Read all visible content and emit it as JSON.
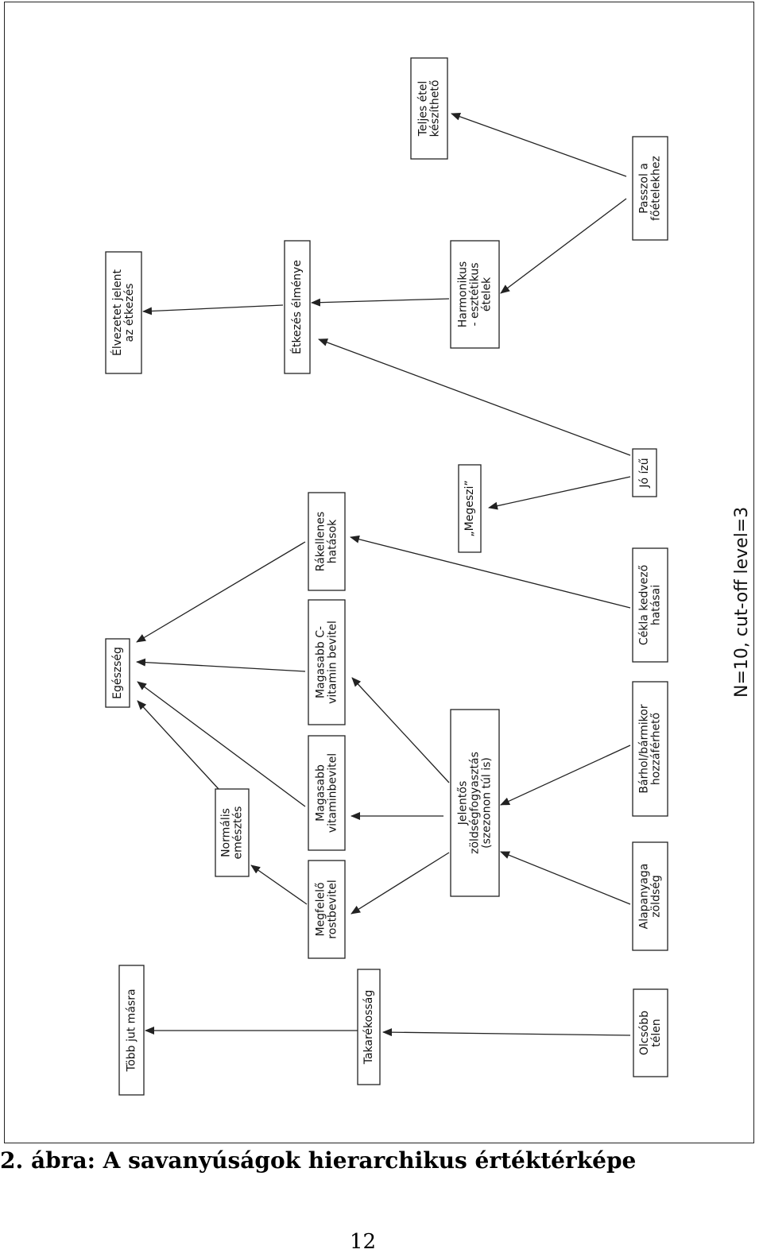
{
  "diagram": {
    "nodes": [
      {
        "id": "tobb_jut_masra",
        "lines": [
          "Több jut másra"
        ]
      },
      {
        "id": "takarekossag",
        "lines": [
          "Takarékosság"
        ]
      },
      {
        "id": "olcsobb_telen",
        "lines": [
          "Olcsóbb",
          "télen"
        ]
      },
      {
        "id": "megfelelo_rost",
        "lines": [
          "Megfelelő",
          "rostbevitel"
        ]
      },
      {
        "id": "normalis_emesztes",
        "lines": [
          "Normális",
          "emésztés"
        ]
      },
      {
        "id": "magasabb_vitamin",
        "lines": [
          "Magasabb",
          "vitaminbevitel"
        ]
      },
      {
        "id": "magasabb_c",
        "lines": [
          "Magasabb C-",
          "vitamin bevitel"
        ]
      },
      {
        "id": "rakellenes",
        "lines": [
          "Rákellenes",
          "hatások"
        ]
      },
      {
        "id": "egeszseg",
        "lines": [
          "Egészség"
        ]
      },
      {
        "id": "jelentos_zoldseg",
        "lines": [
          "Jelentős",
          "zöldségfogyasztás",
          "(szezonon túl is)"
        ]
      },
      {
        "id": "alapanyaga_zoldseg",
        "lines": [
          "Alapanyaga",
          "zöldség"
        ]
      },
      {
        "id": "barhol",
        "lines": [
          "Bárhol/bármikor",
          "hozzáférhető"
        ]
      },
      {
        "id": "cekla",
        "lines": [
          "Cékla kedvező",
          "hatásai"
        ]
      },
      {
        "id": "megeszi",
        "lines": [
          "„Megeszi”"
        ]
      },
      {
        "id": "jo_izu",
        "lines": [
          "Jó ízű"
        ]
      },
      {
        "id": "etkezes_elmenye",
        "lines": [
          "Étkezés élménye"
        ]
      },
      {
        "id": "elvezetet_jelent",
        "lines": [
          "Élvezetet jelent",
          "az étkezés"
        ]
      },
      {
        "id": "harmonikus",
        "lines": [
          "Harmonikus",
          "- esztétikus",
          "ételek"
        ]
      },
      {
        "id": "passzol",
        "lines": [
          "Passzol a",
          "főételekhez"
        ]
      },
      {
        "id": "teljes_etel",
        "lines": [
          "Teljes étel",
          "készíthető"
        ]
      }
    ],
    "edges": [
      [
        "olcsobb_telen",
        "takarekossag"
      ],
      [
        "takarekossag",
        "tobb_jut_masra"
      ],
      [
        "jelentos_zoldseg",
        "megfelelo_rost"
      ],
      [
        "jelentos_zoldseg",
        "magasabb_vitamin"
      ],
      [
        "jelentos_zoldseg",
        "magasabb_c"
      ],
      [
        "alapanyaga_zoldseg",
        "jelentos_zoldseg"
      ],
      [
        "barhol",
        "jelentos_zoldseg"
      ],
      [
        "megfelelo_rost",
        "normalis_emesztes"
      ],
      [
        "normalis_emesztes",
        "egeszseg"
      ],
      [
        "magasabb_vitamin",
        "egeszseg"
      ],
      [
        "magasabb_c",
        "egeszseg"
      ],
      [
        "rakellenes",
        "egeszseg"
      ],
      [
        "cekla",
        "rakellenes"
      ],
      [
        "jo_izu",
        "megeszi"
      ],
      [
        "jo_izu",
        "etkezes_elmenye"
      ],
      [
        "harmonikus",
        "etkezes_elmenye"
      ],
      [
        "etkezes_elmenye",
        "elvezetet_jelent"
      ],
      [
        "passzol",
        "harmonikus"
      ],
      [
        "passzol",
        "teljes_etel"
      ]
    ],
    "cutoff_text": "N=10, cut-off level=3"
  },
  "caption": "2. ábra: A savanyúságok hierarchikus értéktérképe",
  "page_number": "12"
}
